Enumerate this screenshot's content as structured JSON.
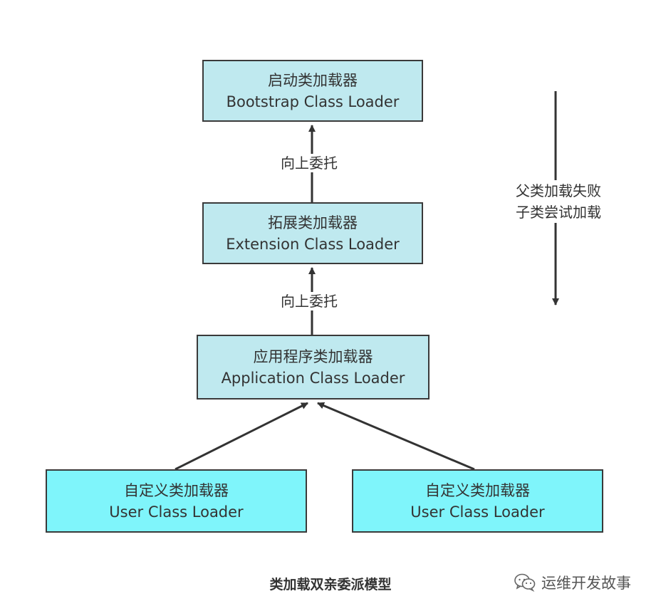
{
  "nodes": {
    "bootstrap": {
      "zh": "启动类加载器",
      "en": "Bootstrap Class Loader"
    },
    "extension": {
      "zh": "拓展类加载器",
      "en": "Extension Class Loader"
    },
    "application": {
      "zh": "应用程序类加载器",
      "en": "Application Class Loader"
    },
    "user_left": {
      "zh": "自定义类加载器",
      "en": "User Class Loader"
    },
    "user_right": {
      "zh": "自定义类加载器",
      "en": "User Class Loader"
    }
  },
  "edges": {
    "ext_to_boot": "向上委托",
    "app_to_ext": "向上委托"
  },
  "side_note": {
    "line1": "父类加载失败",
    "line2": "子类尝试加载"
  },
  "caption": "类加载双亲委派模型",
  "watermark": {
    "text": "运维开发故事",
    "icon": "wechat-icon"
  },
  "colors": {
    "top_nodes": "#bfe9ef",
    "user_nodes": "#7ff5fb",
    "stroke": "#3a3a3a"
  }
}
